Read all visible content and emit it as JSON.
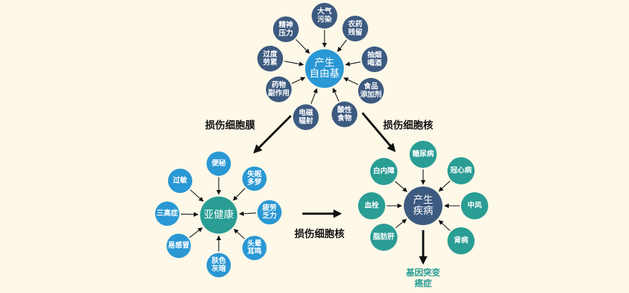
{
  "colors": {
    "background": "#FDF8E8",
    "dark_blue": "#3D5A80",
    "sky_blue": "#2A98D4",
    "teal": "#2A9D94",
    "arrow": "#111111"
  },
  "clusters": {
    "free_radicals": {
      "center": "产生\n自由基",
      "causes": [
        "大气\n污染",
        "农药\n残留",
        "抽烟\n喝酒",
        "食品\n添加剂",
        "酸性\n食物",
        "电磁\n辐射",
        "药物\n副作用",
        "过度\n劳累",
        "精神\n压力"
      ]
    },
    "subhealth": {
      "center": "亚健康",
      "symptoms": [
        "便秘",
        "失眠\n多梦",
        "疲劳\n乏力",
        "头晕\n耳鸣",
        "肤色\n灰暗",
        "易感冒",
        "三高症",
        "过敏"
      ]
    },
    "disease": {
      "center": "产生\n疾病",
      "diseases": [
        "糖尿病",
        "冠心病",
        "中风",
        "肾病",
        "脂肪肝",
        "血栓",
        "白内障"
      ],
      "outcome": "基因突变\n癌症"
    }
  },
  "labels": {
    "membrane_damage": "损伤细胞膜",
    "nucleus_damage_top": "损伤细胞核",
    "nucleus_damage_bottom": "损伤细胞核"
  }
}
